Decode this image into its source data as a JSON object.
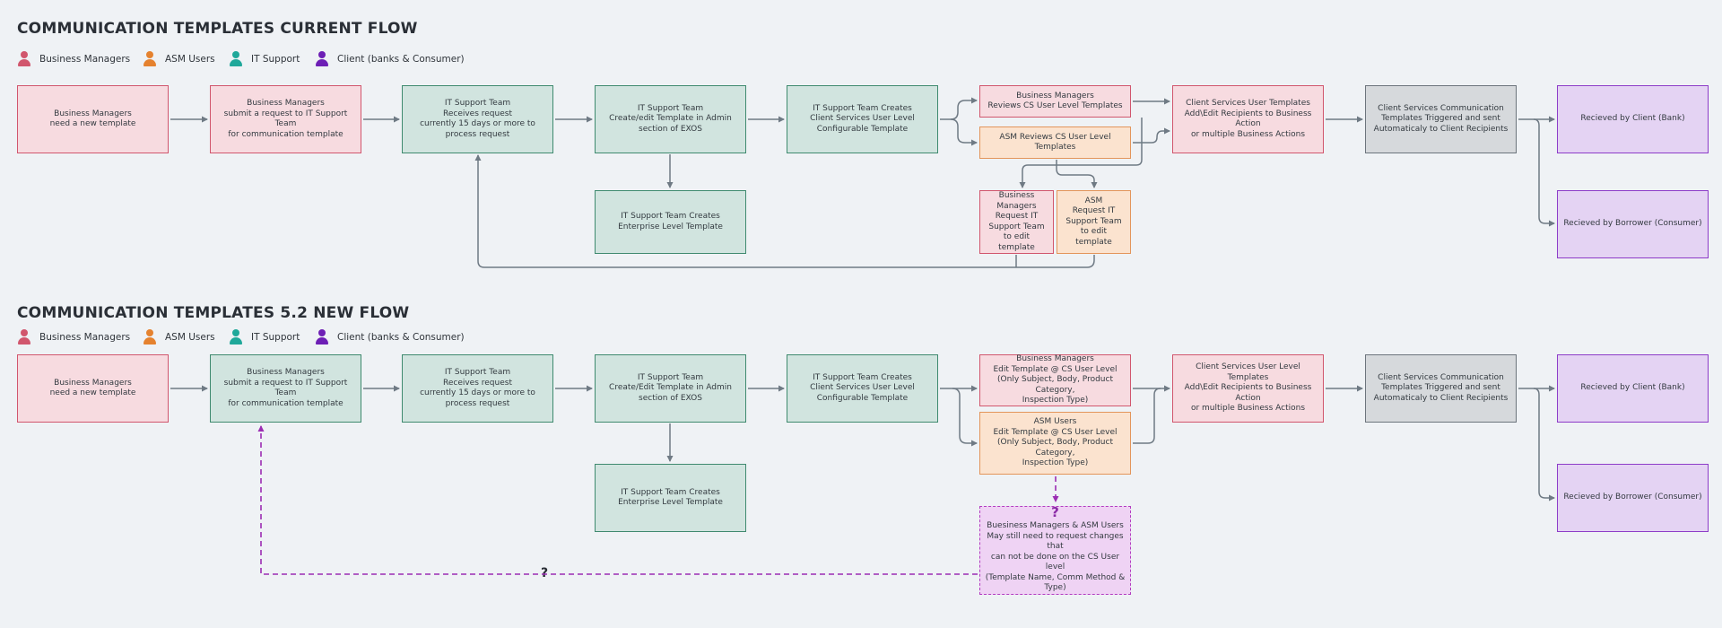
{
  "legend": [
    {
      "label": "Business Managers",
      "color": "#d1566d"
    },
    {
      "label": "ASM Users",
      "color": "#e5822f"
    },
    {
      "label": "IT Support",
      "color": "#1fa89a"
    },
    {
      "label": "Client (banks & Consumer)",
      "color": "#6d1fb5"
    }
  ],
  "current_flow": {
    "title": "COMMUNICATION TEMPLATES CURRENT FLOW",
    "nodes": {
      "need": "Business Managers\nneed a new template",
      "submit": "Business Managers\nsubmit a request to IT Support Team\nfor communication template",
      "it_receives": "IT Support Team\nReceives request\ncurrently 15 days or more to\nprocess request",
      "it_create_edit": "IT Support Team\nCreate/edit Template in Admin\nsection of EXOS",
      "it_cs_level": "IT Support Team Creates\nClient Services User Level\nConfigurable Template",
      "it_enterprise": "IT Support Team Creates\nEnterprise Level Template",
      "bm_reviews": "Business Managers\nReviews CS User Level Templates",
      "asm_reviews": "ASM  Reviews CS User Level Templates",
      "bm_request": "Business\nManagers\nRequest  IT\nSupport Team\nto edit template",
      "asm_request": "ASM\nRequest  IT\nSupport Team\nto edit template",
      "cs_templates": "Client Services User Templates\nAdd\\Edit Recipients to Business Action\nor multiple Business Actions",
      "cs_comm": "Client Services Communication\nTemplates Triggered and sent\nAutomaticaly to Client Recipients",
      "client_bank": "Recieved by Client (Bank)",
      "borrower": "Recieved by Borrower (Consumer)"
    }
  },
  "new_flow": {
    "title": "COMMUNICATION TEMPLATES 5.2 NEW FLOW",
    "nodes": {
      "need": "Business Managers\nneed a new template",
      "submit": "Business Managers\nsubmit a request to IT Support Team\nfor communication template",
      "it_receives": "IT Support Team\nReceives request\ncurrently 15 days or more to\nprocess request",
      "it_create_edit": "IT Support Team\nCreate/Edit Template in Admin\nsection of EXOS",
      "it_cs_level": "IT Support Team Creates\nClient Services User  Level\nConfigurable Template",
      "it_enterprise": "IT Support Team Creates\nEnterprise Level Template",
      "bm_edit": "Business Managers\nEdit Template @ CS User Level\n(Only Subject, Body, Product Category,\nInspection Type)",
      "asm_edit": "ASM  Users\nEdit Template @ CS User Level\n(Only Subject, Body, Product Category,\nInspection Type)",
      "cs_templates": "Client Services User Level Templates\nAdd\\Edit Recipients to Business Action\nor multiple Business Actions",
      "cs_comm": "Client Services Communication\nTemplates Triggered and sent\nAutomaticaly to Client Recipients",
      "client_bank": "Recieved by Client (Bank)",
      "borrower": "Recieved by Borrower (Consumer)",
      "question_mark": "?",
      "question_box": "Buesiness Managers & ASM Users\nMay still need to request changes that\ncan not be done on the CS User level\n(Template Name, Comm Method & Type)",
      "loop_question": "?"
    }
  }
}
